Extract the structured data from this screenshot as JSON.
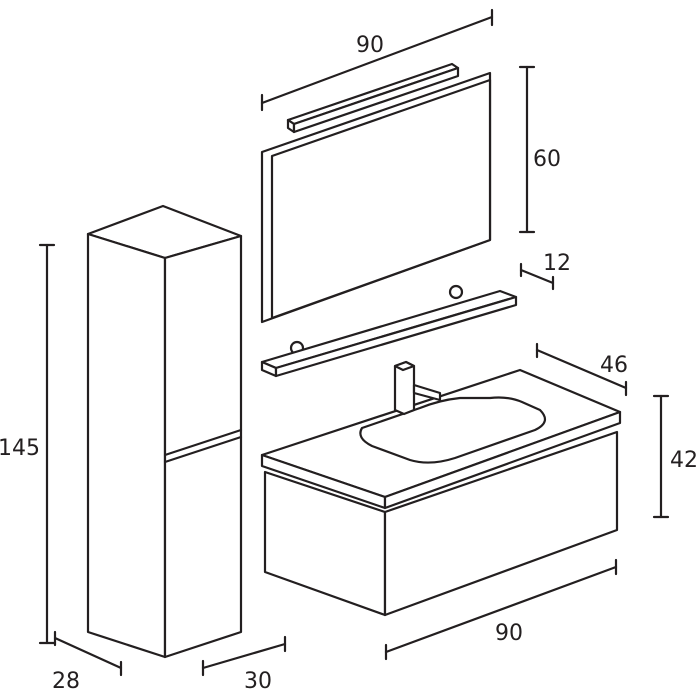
{
  "dimensions": {
    "mirror_width": "90",
    "mirror_height": "60",
    "shelf_depth": "12",
    "vanity_depth": "46",
    "vanity_height": "42",
    "vanity_width": "90",
    "column_height": "145",
    "column_depth": "28",
    "column_width": "30"
  },
  "colors": {
    "line": "#231f20",
    "background": "#ffffff"
  }
}
